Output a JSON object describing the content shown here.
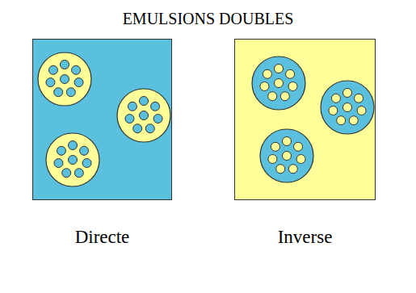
{
  "diagram": {
    "title": "EMULSIONS DOUBLES",
    "nodes": [
      {
        "text": [
          "Directe"
        ]
      },
      {
        "text": [
          "Inverse"
        ]
      }
    ]
  }
}
